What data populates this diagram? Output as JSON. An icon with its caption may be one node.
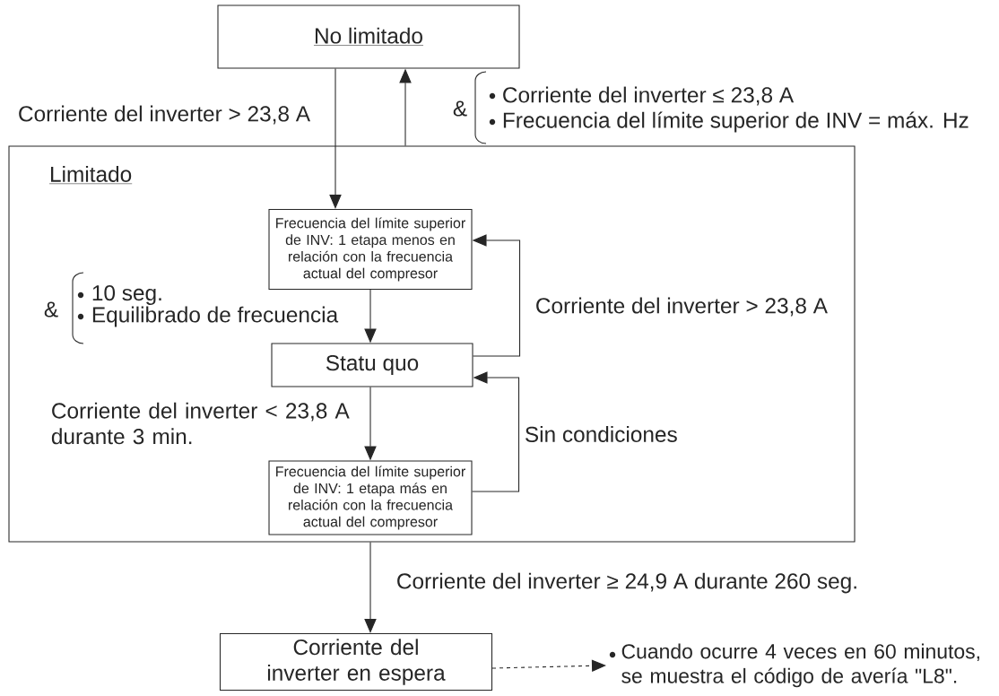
{
  "diagram": {
    "nodes": [
      {
        "text": [
          "No limitado"
        ]
      },
      {
        "text": [
          "Limitado"
        ]
      },
      {
        "text": [
          "Frecuencia del límite superior de INV: 1 etapa menos en relación con la frecuencia actual del compresor"
        ],
        "in": 1
      },
      {
        "text": [
          "Statu quo"
        ],
        "in": 1
      },
      {
        "text": [
          "Frecuencia del límite superior de INV: 1 etapa más en relación con la frecuencia actual del compresor"
        ],
        "in": 1
      },
      {
        "text": [
          "Corriente del inverter en espera"
        ]
      },
      {
        "text": [
          "Cuando ocurre 4 veces en 60 minutos, se muestra el código de avería \"L8\"."
        ]
      }
    ],
    "edges": [
      {
        "from": 0,
        "to": 2,
        "arrow": "to",
        "label": "Corriente del inverter > 23,8 A"
      },
      {
        "from": 1,
        "to": 0,
        "arrow": "to"
      },
      {
        "from": 2,
        "to": 3,
        "arrow": "to"
      },
      {
        "from": 3,
        "to": 2,
        "arrow": "to",
        "label": "Corriente del inverter > 23,8 A"
      },
      {
        "from": 3,
        "to": 4,
        "arrow": "to",
        "label": "Corriente del inverter < 23,8 A durante 3 min."
      },
      {
        "from": 4,
        "to": 3,
        "arrow": "to",
        "label": "Sin condiciones"
      },
      {
        "from": 1,
        "to": 5,
        "arrow": "to",
        "label": "Corriente del inverter ≥ 24,9 A durante 260 seg."
      },
      {
        "from": 5,
        "to": 6,
        "arrow": "to",
        "style": "dashed"
      }
    ],
    "labels": [
      "&",
      "Corriente del inverter ≤ 23,8 A",
      "Frecuencia del límite superior de INV = máx. Hz",
      "&",
      "10 seg.",
      "Equilibrado de frecuencia"
    ]
  }
}
